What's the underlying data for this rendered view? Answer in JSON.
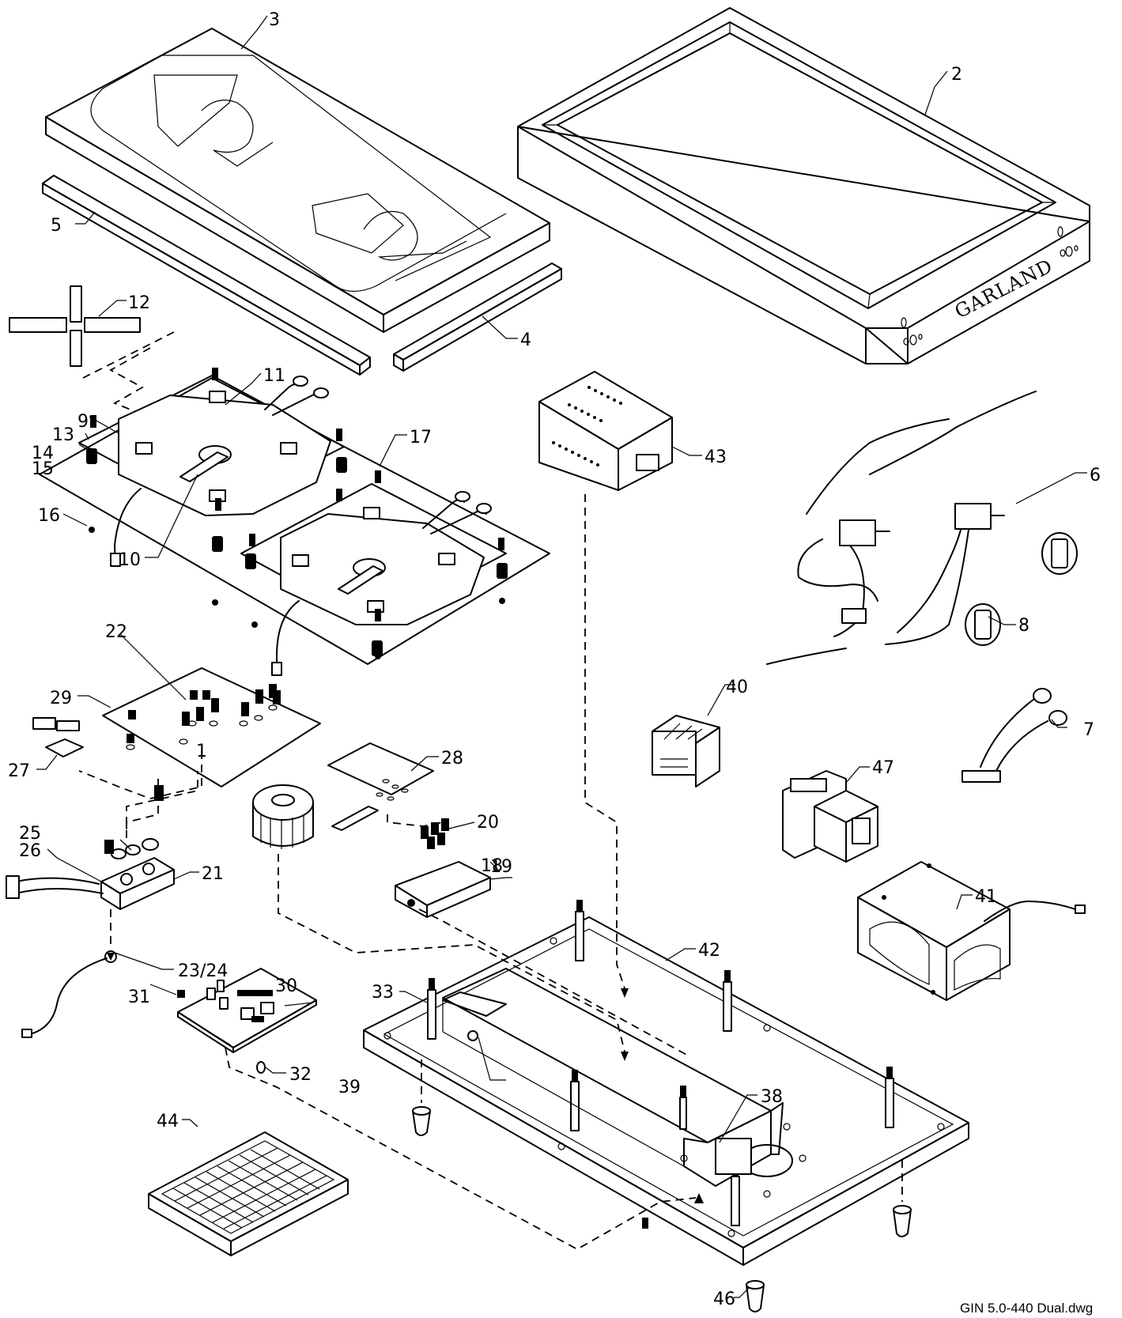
{
  "brand": "GARLAND",
  "file_label": "GIN 5.0-440 Dual.dwg",
  "callouts": {
    "c1": "1",
    "c2": "2",
    "c3": "3",
    "c4": "4",
    "c5": "5",
    "c6": "6",
    "c7": "7",
    "c8": "8",
    "c9": "9",
    "c10": "10",
    "c11": "11",
    "c12": "12",
    "c13": "13",
    "c14": "14",
    "c15": "15",
    "c16": "16",
    "c17": "17",
    "c18": "18",
    "c19": "19",
    "c20": "20",
    "c21": "21",
    "c22": "22",
    "c23_24": "23/24",
    "c25": "25",
    "c26": "26",
    "c27": "27",
    "c28": "28",
    "c29": "29",
    "c30": "30",
    "c31": "31",
    "c32": "32",
    "c33": "33",
    "c38": "38",
    "c39": "39",
    "c40": "40",
    "c41": "41",
    "c42": "42",
    "c43": "43",
    "c44": "44",
    "c46": "46",
    "c47": "47"
  }
}
